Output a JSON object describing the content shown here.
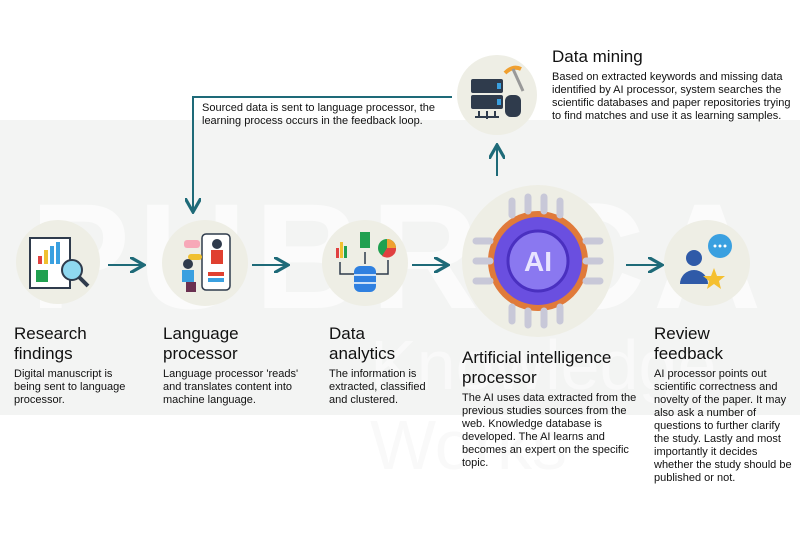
{
  "watermark": {
    "brand": "PUBRICA",
    "tagline": "Knowledge Works"
  },
  "colors": {
    "arrow": "#1e6a78",
    "circle": "#eeeee5",
    "band": "#f3f4f3",
    "ai_chip": "#6a4fe0"
  },
  "feedback_note": "Sourced data is sent to language processor, the learning process occurs in the feedback loop.",
  "steps": [
    {
      "title": "Research findings",
      "desc": "Digital manuscript is being sent to language processor.",
      "icon": "document-search-icon"
    },
    {
      "title": "Language processor",
      "desc": "Language processor 'reads' and translates content into machine language.",
      "icon": "language-learning-icon"
    },
    {
      "title": "Data analytics",
      "desc": "The information is extracted, classified and clustered.",
      "icon": "data-analytics-icon"
    },
    {
      "title": "Artificial intelligence processor",
      "desc": "The AI uses data extracted from the previous studies sources from the web. Knowledge database is developed. The AI learns and becomes an expert on the specific topic.",
      "icon": "ai-chip-icon",
      "chip_label": "AI"
    },
    {
      "title": "Review feedback",
      "desc": "AI processor points out scientific correctness and novelty of the paper. It may also ask a number of questions to further clarify the study. Lastly and most importantly it decides whether the study should be published or not.",
      "icon": "reviewer-feedback-icon"
    }
  ],
  "data_mining": {
    "title": "Data mining",
    "desc": "Based on extracted keywords and missing data identified by AI processor, system searches the scientific databases and paper repositories trying to find matches and use it as learning samples.",
    "icon": "server-mining-icon"
  }
}
